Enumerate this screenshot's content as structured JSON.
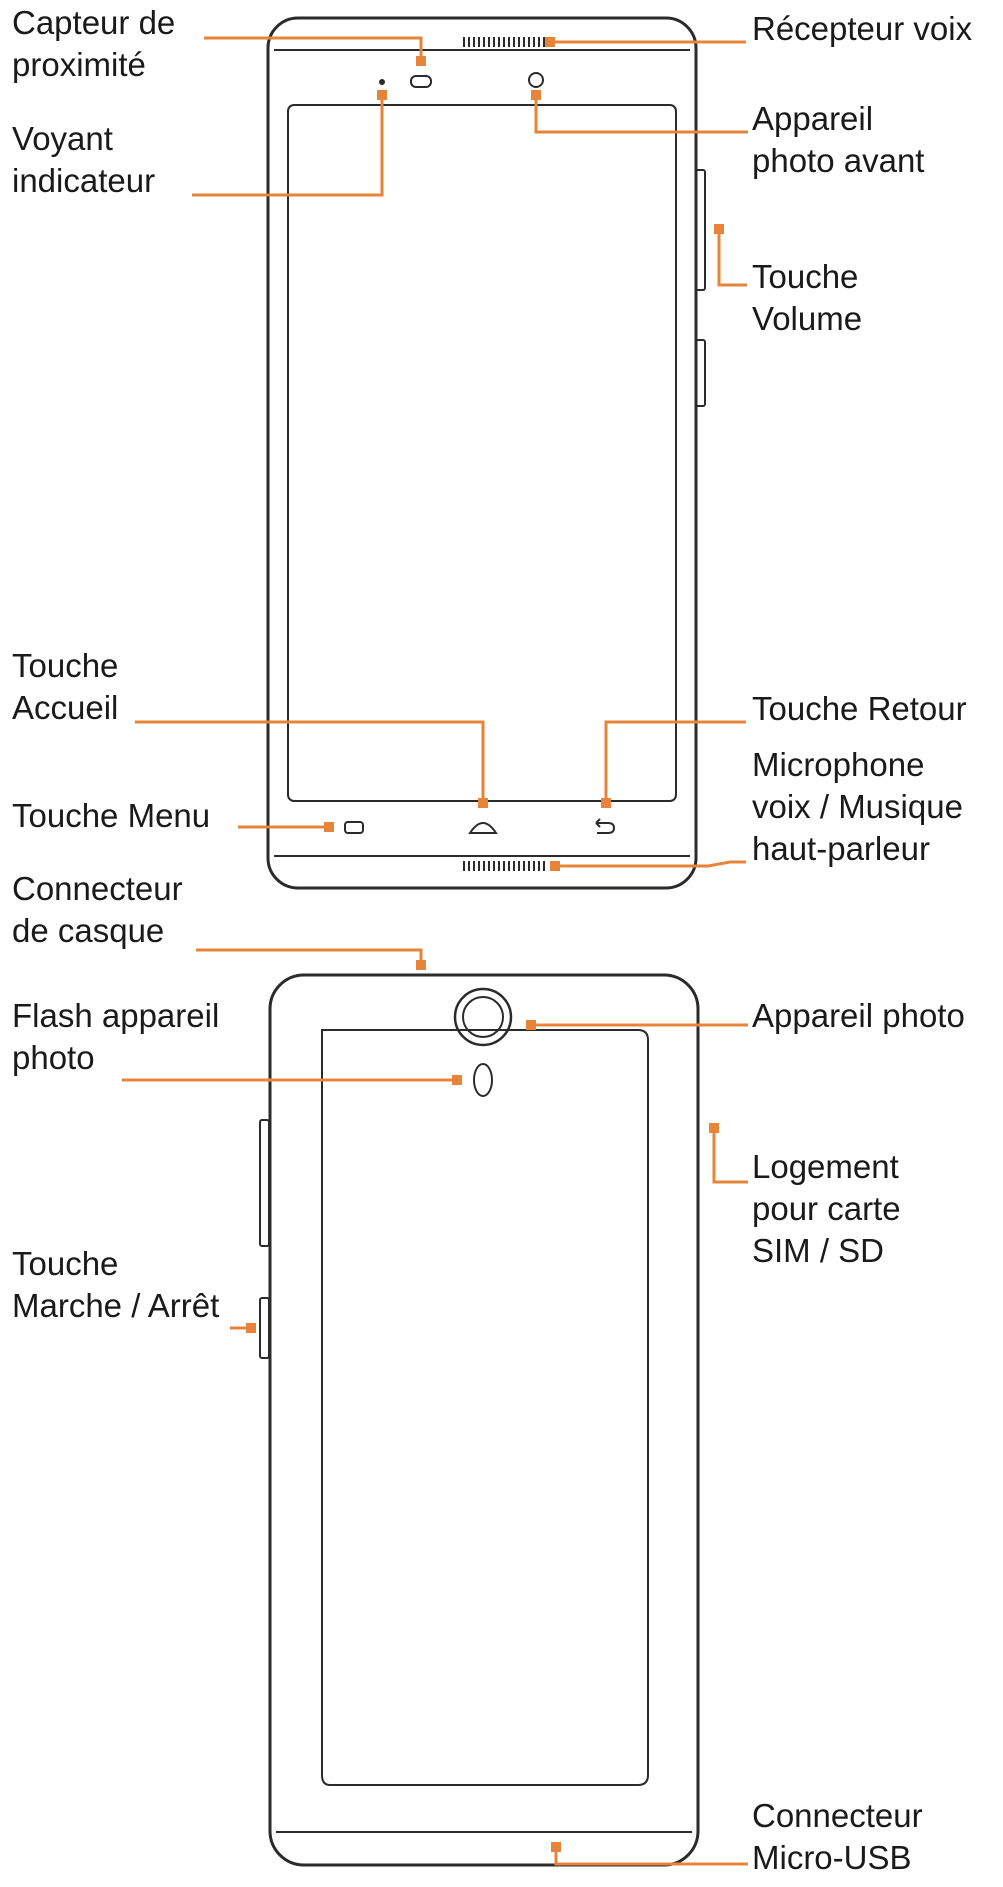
{
  "colors": {
    "leader": "#e8833a",
    "outline": "#2b2b2b",
    "text": "#1a1a1a",
    "background": "#ffffff"
  },
  "labels": {
    "proximity_sensor": [
      "Capteur de",
      "proximité"
    ],
    "indicator_light": [
      "Voyant",
      "indicateur"
    ],
    "voice_receiver": [
      "Récepteur voix"
    ],
    "front_camera": [
      "Appareil",
      "photo avant"
    ],
    "volume_key": [
      "Touche",
      "Volume"
    ],
    "home_key": [
      "Touche",
      "Accueil"
    ],
    "back_key": [
      "Touche Retour"
    ],
    "menu_key": [
      "Touche Menu"
    ],
    "microphone_speaker": [
      "Microphone",
      "voix / Musique",
      "haut-parleur"
    ],
    "headset_jack": [
      "Connecteur",
      "de casque"
    ],
    "camera_flash": [
      "Flash appareil",
      "photo"
    ],
    "rear_camera": [
      "Appareil photo"
    ],
    "sim_sd_slot": [
      "Logement",
      "pour carte",
      "SIM / SD"
    ],
    "power_key": [
      "Touche",
      "Marche / Arrêt"
    ],
    "micro_usb": [
      "Connecteur",
      "Micro-USB"
    ]
  },
  "views": [
    "front-view",
    "back-view"
  ]
}
